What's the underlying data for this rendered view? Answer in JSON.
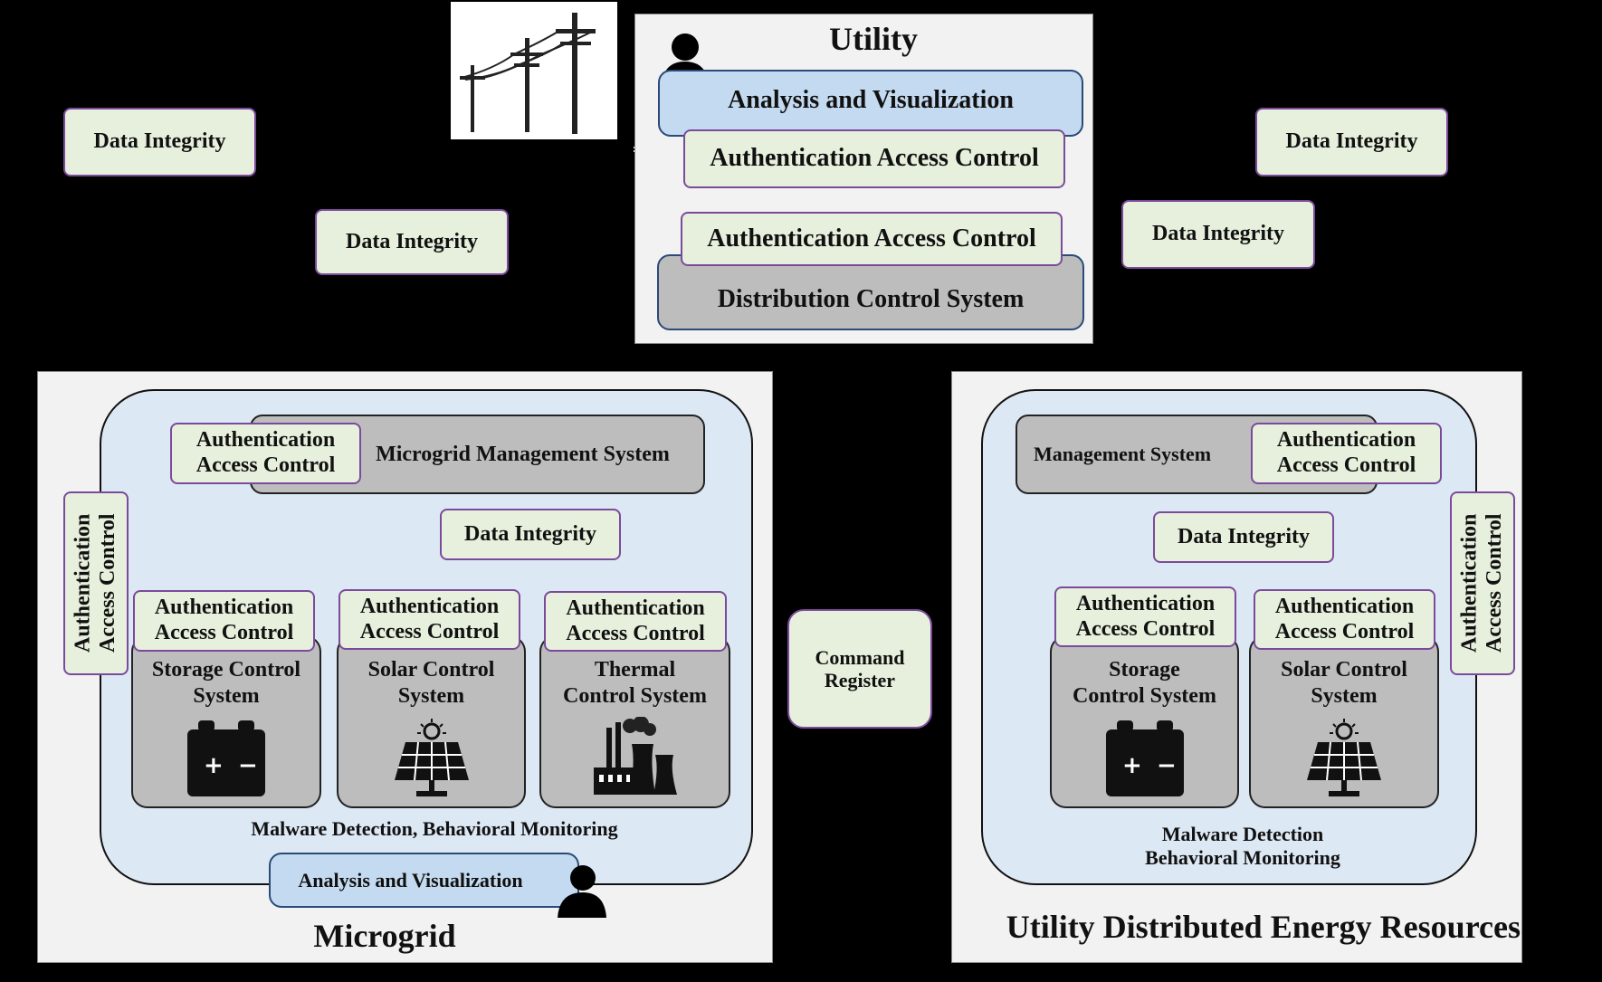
{
  "utility": {
    "title": "Utility",
    "analysis": "Analysis and Visualization",
    "auth_top": "Authentication Access Control",
    "auth_bottom": "Authentication Access Control",
    "dcs": "Distribution Control System"
  },
  "data_integrity": {
    "left_top": "Data Integrity",
    "left_mid": "Data Integrity",
    "right_top": "Data Integrity",
    "right_mid": "Data Integrity"
  },
  "command_register": "Command\nRegister",
  "microgrid": {
    "title": "Microgrid",
    "management": "Microgrid Management System",
    "auth_mgmt": "Authentication\nAccess Control",
    "auth_side": "Authentication\nAccess Control",
    "data_integrity": "Data Integrity",
    "storage": {
      "auth": "Authentication\nAccess Control",
      "label": "Storage Control\nSystem"
    },
    "solar": {
      "auth": "Authentication\nAccess Control",
      "label": "Solar Control\nSystem"
    },
    "thermal": {
      "auth": "Authentication\nAccess Control",
      "label": "Thermal\nControl System"
    },
    "monitoring": "Malware Detection, Behavioral Monitoring",
    "analysis": "Analysis and Visualization"
  },
  "der": {
    "title": "Utility Distributed Energy Resources",
    "management": "Management System",
    "auth_mgmt": "Authentication\nAccess Control",
    "auth_side": "Authentication\nAccess Control",
    "data_integrity": "Data Integrity",
    "storage": {
      "auth": "Authentication\nAccess Control",
      "label": "Storage\nControl System"
    },
    "solar": {
      "auth": "Authentication\nAccess Control",
      "label": "Solar Control\nSystem"
    },
    "monitoring": "Malware Detection\nBehavioral Monitoring"
  },
  "icons": [
    "power-lines-icon",
    "person-icon",
    "battery-icon",
    "solar-panel-icon",
    "power-plant-icon"
  ],
  "colors": {
    "background": "#000000",
    "panel": "#f2f2f2",
    "zone": "#dde8f5",
    "security_box": "#e6f0dc",
    "security_border": "#7b4a9c",
    "system_box": "#bdbdbd",
    "analysis_box": "#c4daf0"
  }
}
